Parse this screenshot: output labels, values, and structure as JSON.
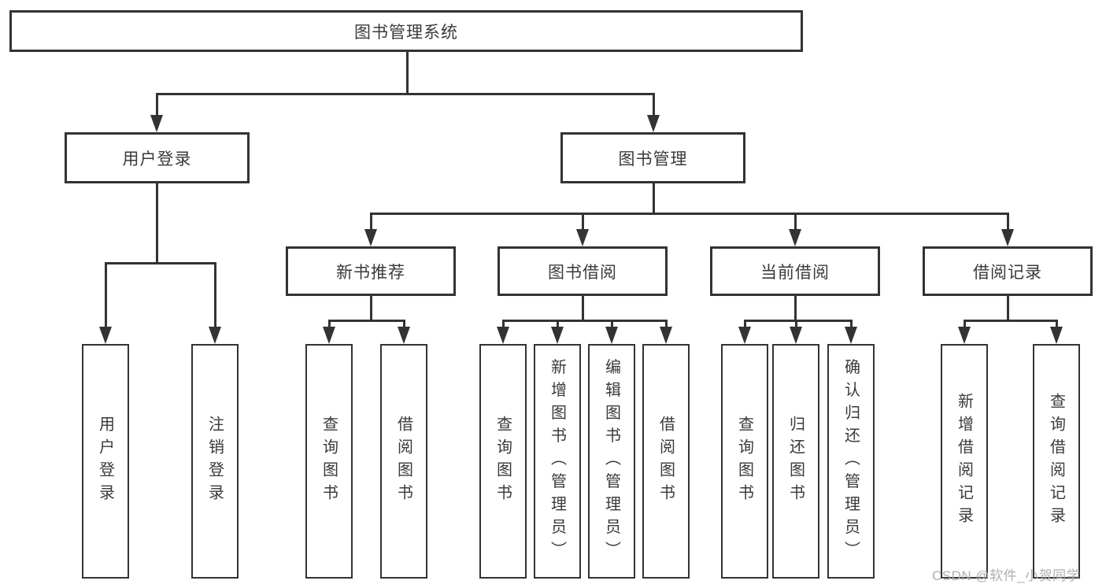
{
  "tree": {
    "label": "图书管理系统",
    "children": [
      {
        "label": "用户登录",
        "children": [
          {
            "label": "用户登录"
          },
          {
            "label": "注销登录"
          }
        ]
      },
      {
        "label": "图书管理",
        "children": [
          {
            "label": "新书推荐",
            "children": [
              {
                "label": "查询图书"
              },
              {
                "label": "借阅图书"
              }
            ]
          },
          {
            "label": "图书借阅",
            "children": [
              {
                "label": "查询图书"
              },
              {
                "label": "新增图书（管理员）"
              },
              {
                "label": "编辑图书（管理员）"
              },
              {
                "label": "借阅图书"
              }
            ]
          },
          {
            "label": "当前借阅",
            "children": [
              {
                "label": "查询图书"
              },
              {
                "label": "归还图书"
              },
              {
                "label": "确认归还（管理员）"
              }
            ]
          },
          {
            "label": "借阅记录",
            "children": [
              {
                "label": "新增借阅记录"
              },
              {
                "label": "查询借阅记录"
              }
            ]
          }
        ]
      }
    ]
  },
  "watermark": {
    "text": "CSDN @软件_小贺同学"
  },
  "colors": {
    "line": "#333333",
    "text": "#3a3a3a",
    "watermark_text": "#aeaeae",
    "background": "#ffffff"
  }
}
